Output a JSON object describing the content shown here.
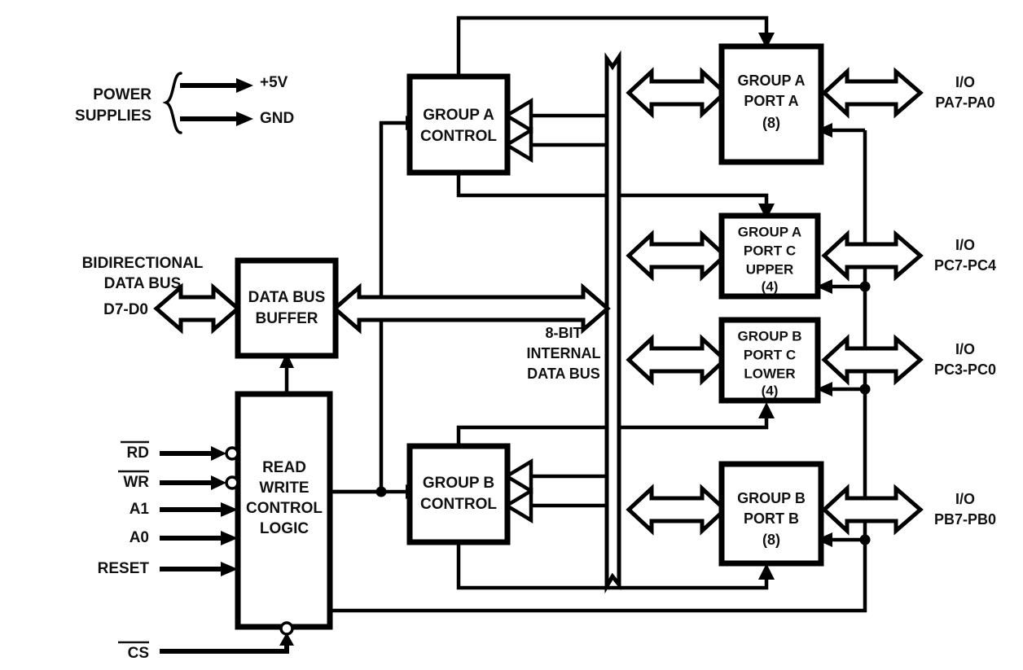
{
  "diagram": {
    "title": "8255 Programmable Peripheral Interface Block Diagram",
    "ink_color": "#000000",
    "background_color": "#ffffff"
  },
  "power": {
    "group_label_line1": "POWER",
    "group_label_line2": "SUPPLIES",
    "rails": [
      {
        "label": "+5V"
      },
      {
        "label": "GND"
      }
    ]
  },
  "left_bus": {
    "caption_line1": "BIDIRECTIONAL",
    "caption_line2": "DATA BUS",
    "signal_label": "D7-D0"
  },
  "internal_bus": {
    "label_line1": "8-BIT",
    "label_line2": "INTERNAL",
    "label_line3": "DATA BUS"
  },
  "blocks": {
    "data_bus_buffer": {
      "line1": "DATA BUS",
      "line2": "BUFFER"
    },
    "read_write_control_logic": {
      "line1": "READ",
      "line2": "WRITE",
      "line3": "CONTROL",
      "line4": "LOGIC"
    },
    "group_a_control": {
      "line1": "GROUP A",
      "line2": "CONTROL"
    },
    "group_b_control": {
      "line1": "GROUP B",
      "line2": "CONTROL"
    },
    "group_a_port_a": {
      "line1": "GROUP A",
      "line2": "PORT A",
      "line3": "(8)"
    },
    "group_a_port_c_upper": {
      "line1": "GROUP A",
      "line2": "PORT C",
      "line3": "UPPER",
      "line4": "(4)"
    },
    "group_b_port_c_lower": {
      "line1": "GROUP B",
      "line2": "PORT C",
      "line3": "LOWER",
      "line4": "(4)"
    },
    "group_b_port_b": {
      "line1": "GROUP B",
      "line2": "PORT B",
      "line3": "(8)"
    }
  },
  "control_inputs": [
    {
      "label": "RD",
      "overbar": true,
      "bubble": true
    },
    {
      "label": "WR",
      "overbar": true,
      "bubble": true
    },
    {
      "label": "A1",
      "overbar": false,
      "bubble": false
    },
    {
      "label": "A0",
      "overbar": false,
      "bubble": false
    },
    {
      "label": "RESET",
      "overbar": false,
      "bubble": false
    },
    {
      "label": "CS",
      "overbar": true,
      "bubble": true
    }
  ],
  "io_ports": [
    {
      "kind": "I/O",
      "range": "PA7-PA0"
    },
    {
      "kind": "I/O",
      "range": "PC7-PC4"
    },
    {
      "kind": "I/O",
      "range": "PC3-PC0"
    },
    {
      "kind": "I/O",
      "range": "PB7-PB0"
    }
  ]
}
